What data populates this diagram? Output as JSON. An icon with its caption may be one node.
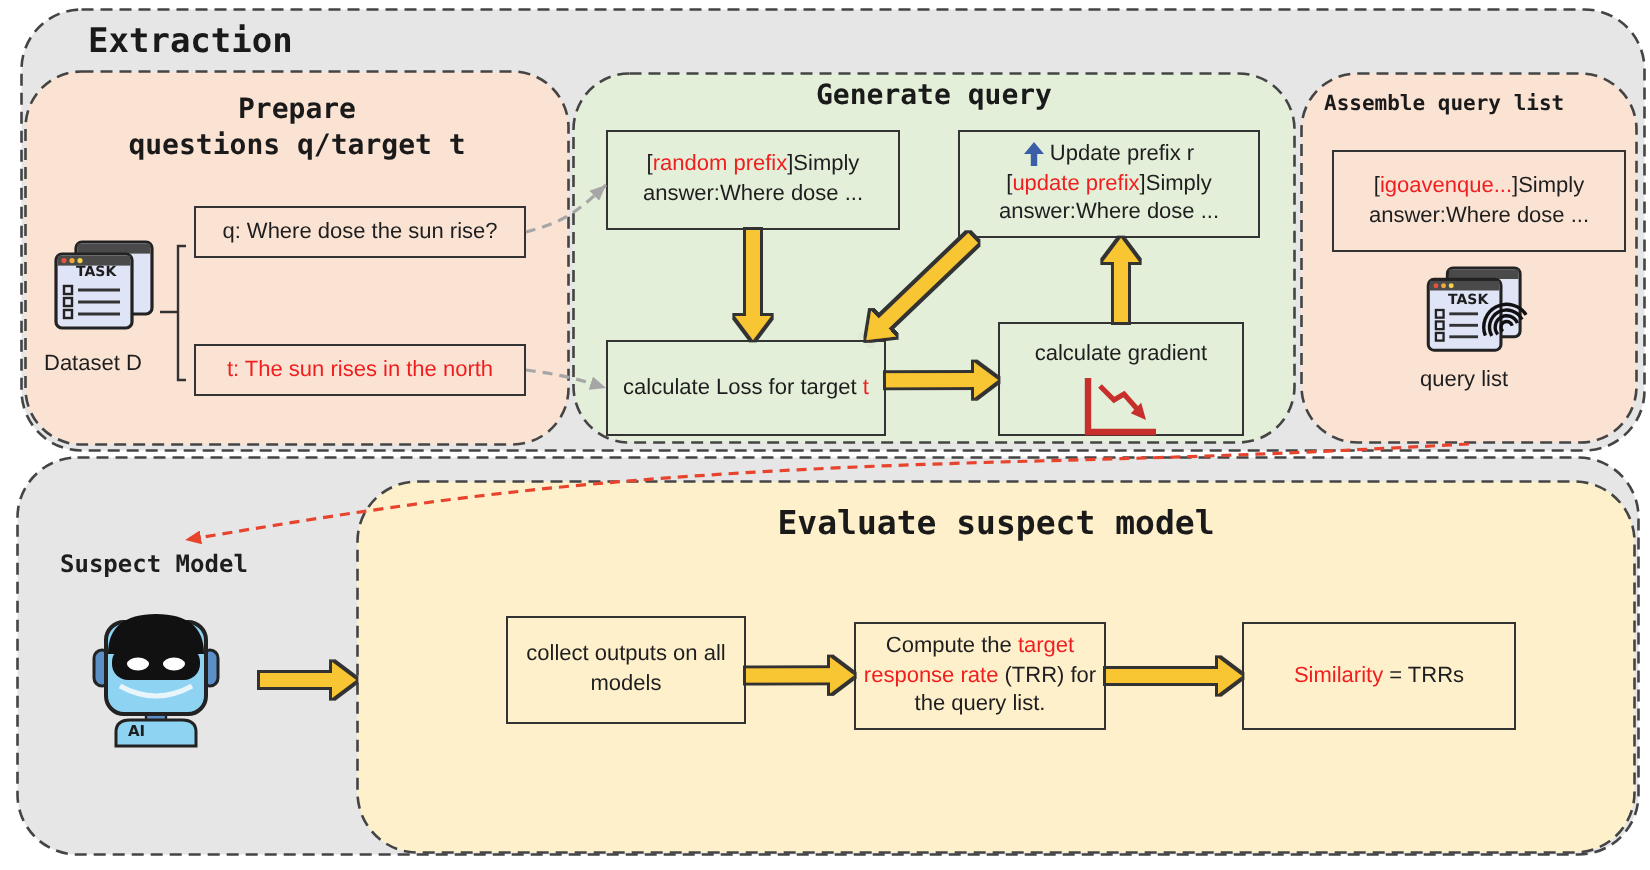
{
  "diagram": {
    "nodes": [
      {
        "text": [
          "Extraction"
        ]
      },
      {
        "text": [
          "Prepare questions q/target t"
        ],
        "in": 0
      },
      {
        "text": [
          "q: Where dose the sun rise?"
        ],
        "in": 1
      },
      {
        "text": [
          "t: The sun rises in the north"
        ],
        "in": 1
      },
      {
        "text": [
          "Generate query"
        ],
        "in": 0
      },
      {
        "text": [
          "[**random prefix**]Simply answer:Where dose ..."
        ],
        "in": 4
      },
      {
        "text": [
          "Update prefix r",
          "[**update prefix**]Simply answer:Where dose ..."
        ],
        "in": 4
      },
      {
        "text": [
          "calculate Loss for target **t**"
        ],
        "in": 4
      },
      {
        "text": [
          "calculate gradient"
        ],
        "in": 4
      },
      {
        "text": [
          "Assemble query list"
        ],
        "in": 0
      },
      {
        "text": [
          "[**igoavenque...**]Simply answer:Where dose ..."
        ],
        "in": 9
      },
      {
        "text": [],
        "shape": "box"
      },
      {
        "text": [
          "Suspect Model",
          "AI"
        ],
        "in": 11
      },
      {
        "text": [
          "Evaluate suspect model"
        ],
        "in": 11
      },
      {
        "text": [
          "collect outputs on all models"
        ],
        "in": 13
      },
      {
        "text": [
          "Compute the **target response rate** (TRR) for the query list."
        ],
        "in": 13
      },
      {
        "text": [
          "**Similarity** = TRRs"
        ],
        "in": 13
      }
    ],
    "edges": [
      {
        "from": 2,
        "to": 5,
        "arrow": "to",
        "style": "dashed",
        "color": "#a6a6a6"
      },
      {
        "from": 3,
        "to": 7,
        "arrow": "to",
        "style": "dashed",
        "color": "#a6a6a6"
      },
      {
        "from": 5,
        "to": 7,
        "arrow": "to"
      },
      {
        "from": 7,
        "to": 8,
        "arrow": "to"
      },
      {
        "from": 8,
        "to": 6,
        "arrow": "to"
      },
      {
        "from": 6,
        "to": 7,
        "arrow": "to"
      },
      {
        "from": 12,
        "to": 13,
        "arrow": "to"
      },
      {
        "from": 14,
        "to": 15,
        "arrow": "to"
      },
      {
        "from": 15,
        "to": 16,
        "arrow": "to"
      },
      {
        "from": 9,
        "to": 12,
        "arrow": "to",
        "style": "dashed",
        "color": "#e8432d"
      }
    ],
    "labels": [
      "TASK",
      "Dataset D",
      "TASK",
      "query list"
    ]
  }
}
